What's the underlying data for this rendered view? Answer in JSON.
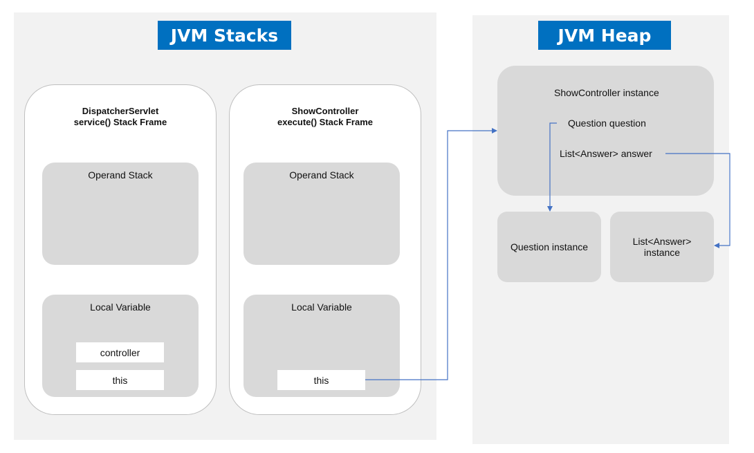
{
  "stacks": {
    "title": "JVM Stacks",
    "frames": [
      {
        "title_line1": "DispatcherServlet",
        "title_line2": "service() Stack Frame",
        "operand_label": "Operand Stack",
        "local_label": "Local Variable",
        "vars": [
          "controller",
          "this"
        ]
      },
      {
        "title_line1": "ShowController",
        "title_line2": "execute() Stack Frame",
        "operand_label": "Operand Stack",
        "local_label": "Local Variable",
        "vars": [
          "this"
        ]
      }
    ]
  },
  "heap": {
    "title": "JVM Heap",
    "show_controller": {
      "label": "ShowController instance",
      "field_question": "Question question",
      "field_answers": "List<Answer> answer"
    },
    "question_instance": "Question instance",
    "answers_instance_line1": "List<Answer>",
    "answers_instance_line2": "instance"
  },
  "colors": {
    "title_bg": "#0070c0",
    "arrow": "#4472c4",
    "panel_bg": "#f2f2f2",
    "box_bg": "#d9d9d9"
  }
}
